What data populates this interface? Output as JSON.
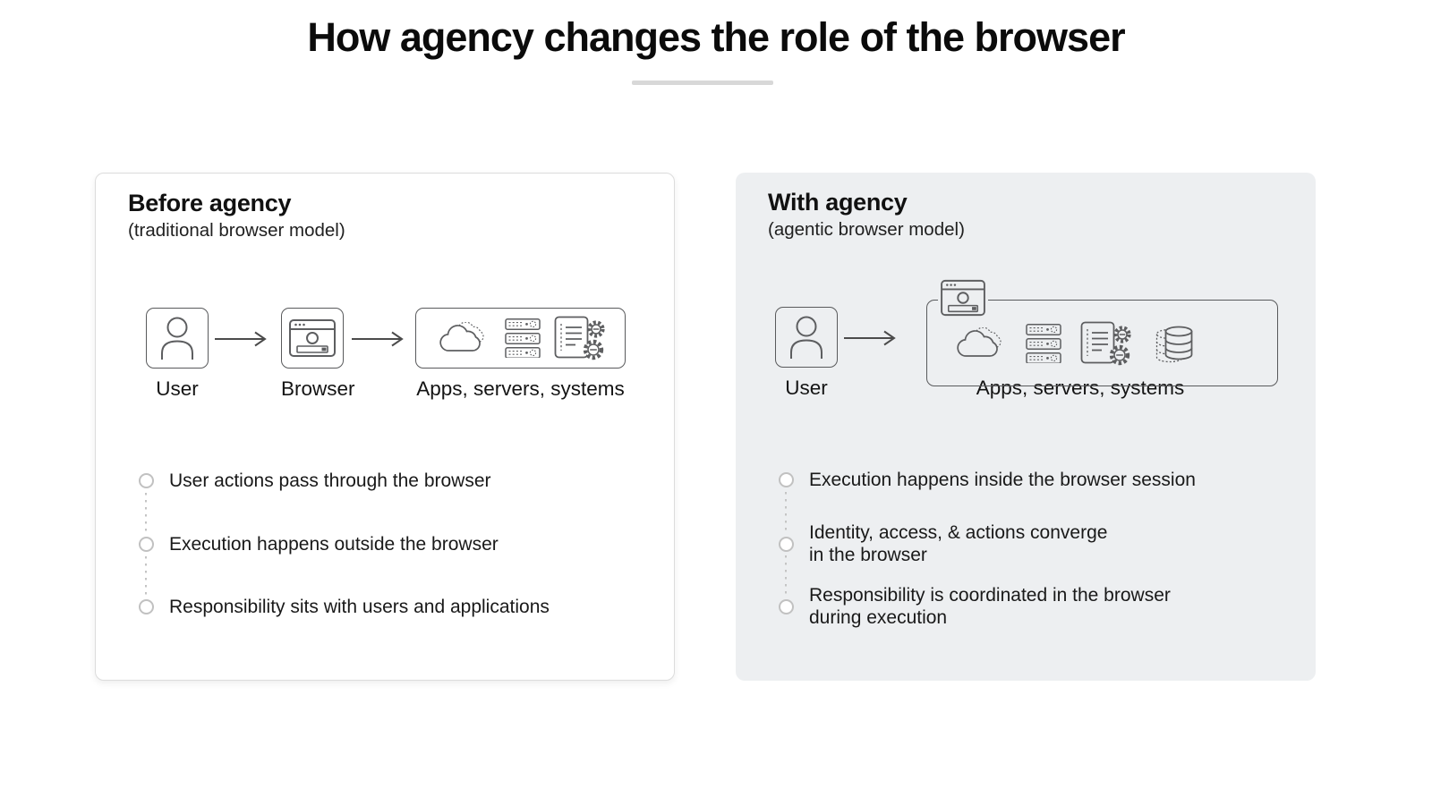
{
  "page": {
    "title": "How agency changes the role of the browser"
  },
  "colors": {
    "panel_gray": "#edeff1",
    "panel_white": "#ffffff",
    "icon_stroke": "#5d5e60",
    "divider": "#d8d8d8",
    "bullet_ring": "#c1c1c1",
    "text": "#191919"
  },
  "panels": {
    "before": {
      "heading": "Before agency",
      "subheading": "(traditional browser model)",
      "diagram": {
        "user_label": "User",
        "browser_label": "Browser",
        "apps_label": "Apps, servers, systems",
        "icons": [
          "user-icon",
          "arrow-right-icon",
          "browser-window-icon",
          "arrow-right-icon",
          "cloud-icon",
          "server-rack-icon",
          "document-gears-icon"
        ]
      },
      "bullets": [
        {
          "lines": [
            "User actions pass through the browser"
          ]
        },
        {
          "lines": [
            "Execution happens outside the browser"
          ]
        },
        {
          "lines": [
            "Responsibility sits with users and applications"
          ]
        }
      ]
    },
    "after": {
      "heading": "With agency",
      "subheading": "(agentic browser model)",
      "diagram": {
        "user_label": "User",
        "apps_label": "Apps, servers, systems",
        "icons": [
          "user-icon",
          "arrow-right-icon",
          "browser-window-icon",
          "cloud-icon",
          "server-rack-icon",
          "document-gears-icon",
          "database-icon"
        ]
      },
      "bullets": [
        {
          "lines": [
            "Execution happens inside the browser session"
          ]
        },
        {
          "lines": [
            "Identity, access, & actions converge",
            "in the browser"
          ]
        },
        {
          "lines": [
            "Responsibility is coordinated in the browser",
            "during execution"
          ]
        }
      ]
    }
  }
}
